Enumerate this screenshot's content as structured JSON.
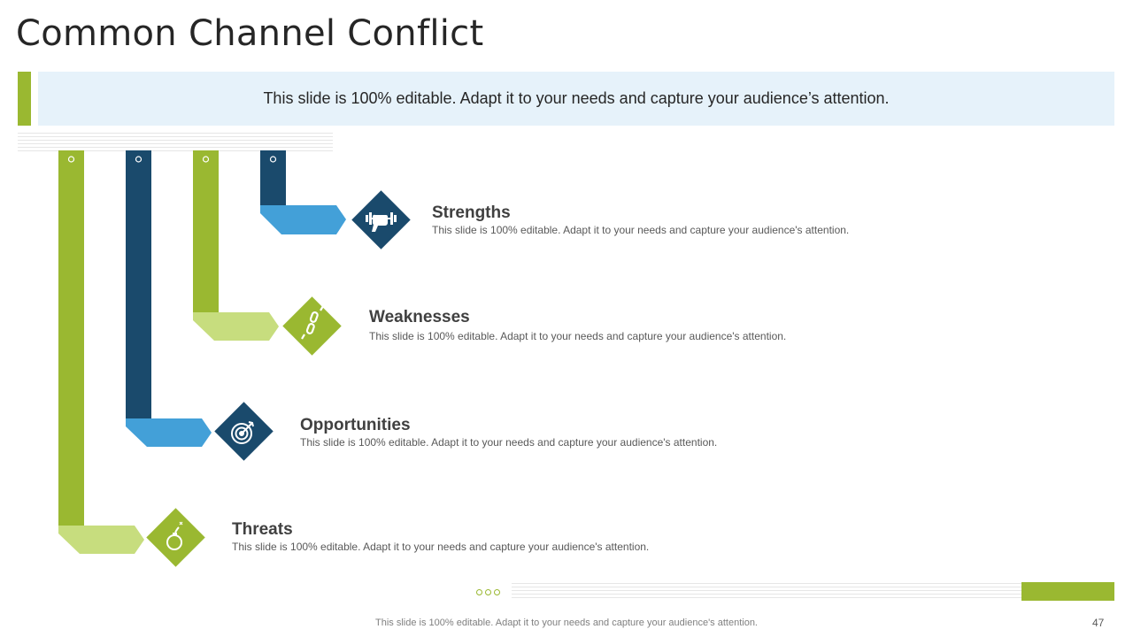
{
  "slide": {
    "title": "Common Channel Conflict",
    "banner_text": "This slide is 100% editable. Adapt it to your needs and capture your audience’s attention.",
    "footer_text": "This slide is 100% editable. Adapt it to your needs and capture your audience's attention.",
    "page_number": "47"
  },
  "items": [
    {
      "title": "Strengths",
      "description": "This slide is 100% editable. Adapt it to your needs and capture your audience's attention.",
      "icon": "dumbbell-fist-icon"
    },
    {
      "title": "Weaknesses",
      "description": "This slide is 100% editable. Adapt it to your needs and capture your audience's attention.",
      "icon": "broken-chain-icon"
    },
    {
      "title": "Opportunities",
      "description": "This slide is 100% editable. Adapt it to your needs and capture your audience's attention.",
      "icon": "target-icon"
    },
    {
      "title": "Threats",
      "description": "This slide is 100% editable. Adapt it to your needs and capture your audience's attention.",
      "icon": "bomb-icon"
    }
  ],
  "colors": {
    "green": "#9ab831",
    "light_green": "#c7dd7e",
    "navy": "#1a4a6c",
    "blue": "#43a0d8",
    "banner_bg": "#e6f2fa"
  }
}
